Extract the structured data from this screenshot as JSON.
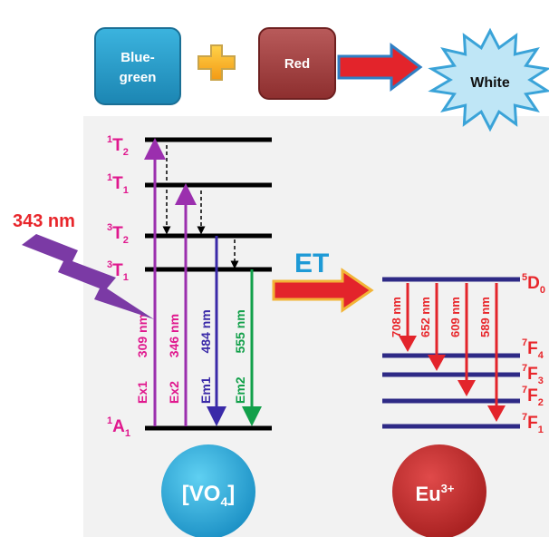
{
  "top": {
    "blue_green_line1": "Blue-",
    "blue_green_line2": "green",
    "red": "Red",
    "white": "White"
  },
  "excitation": {
    "label": "343 nm"
  },
  "transfer": {
    "label": "ET"
  },
  "vo4": {
    "levels": [
      {
        "main": "T",
        "sup": "1",
        "sub": "2"
      },
      {
        "main": "T",
        "sup": "1",
        "sub": "1"
      },
      {
        "main": "T",
        "sup": "3",
        "sub": "2"
      },
      {
        "main": "T",
        "sup": "3",
        "sub": "1"
      },
      {
        "main": "A",
        "sup": "1",
        "sub": "1"
      }
    ],
    "transitions": [
      {
        "name": "Ex1",
        "wavelength": "309 nm",
        "color": "#e0188e"
      },
      {
        "name": "Ex2",
        "wavelength": "346 nm",
        "color": "#e0188e"
      },
      {
        "name": "Em1",
        "wavelength": "484 nm",
        "color": "#3a2aa8"
      },
      {
        "name": "Em2",
        "wavelength": "555 nm",
        "color": "#12a04a"
      }
    ],
    "arrow_colors": {
      "ex": "#9b2fae",
      "em1": "#3a2aa8",
      "em2": "#12a04a"
    },
    "circle_label": "VO",
    "circle_sub": "4"
  },
  "eu": {
    "levels": [
      {
        "main": "D",
        "sup": "5",
        "sub": "0"
      },
      {
        "main": "F",
        "sup": "7",
        "sub": "4"
      },
      {
        "main": "F",
        "sup": "7",
        "sub": "3"
      },
      {
        "main": "F",
        "sup": "7",
        "sub": "2"
      },
      {
        "main": "F",
        "sup": "7",
        "sub": "1"
      }
    ],
    "emissions": [
      "708 nm",
      "652 nm",
      "609 nm",
      "589 nm"
    ],
    "circle_label": "Eu",
    "circle_sup": "3+"
  },
  "colors": {
    "level_line": "#000000",
    "eu_line": "#2e2a86",
    "red_text": "#e8262b",
    "blue_text": "#1e9ad6",
    "purple_bolt": "#7b3aa5"
  }
}
